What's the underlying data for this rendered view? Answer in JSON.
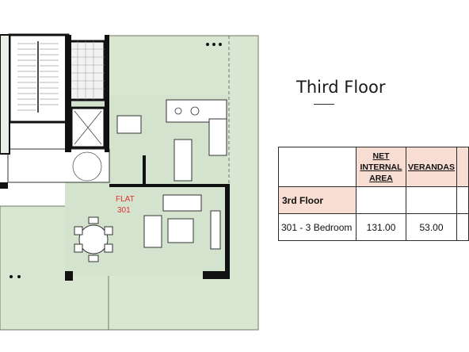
{
  "plan": {
    "flat_label": "FLAT",
    "flat_number": "301",
    "colors": {
      "floor": "#d7e5d0",
      "wall": "#111111",
      "corridor": "#ffffff",
      "label": "#e03030"
    }
  },
  "legend": {
    "title": "Third Floor"
  },
  "table": {
    "headers": [
      "",
      "NET INTERNAL AREA",
      "VERANDAS",
      ""
    ],
    "section": "3rd Floor",
    "rows": [
      {
        "unit": "301 - 3 Bedroom",
        "net_internal_area": "131.00",
        "verandas": "53.00"
      }
    ],
    "header_color": "#f7ddd2"
  }
}
